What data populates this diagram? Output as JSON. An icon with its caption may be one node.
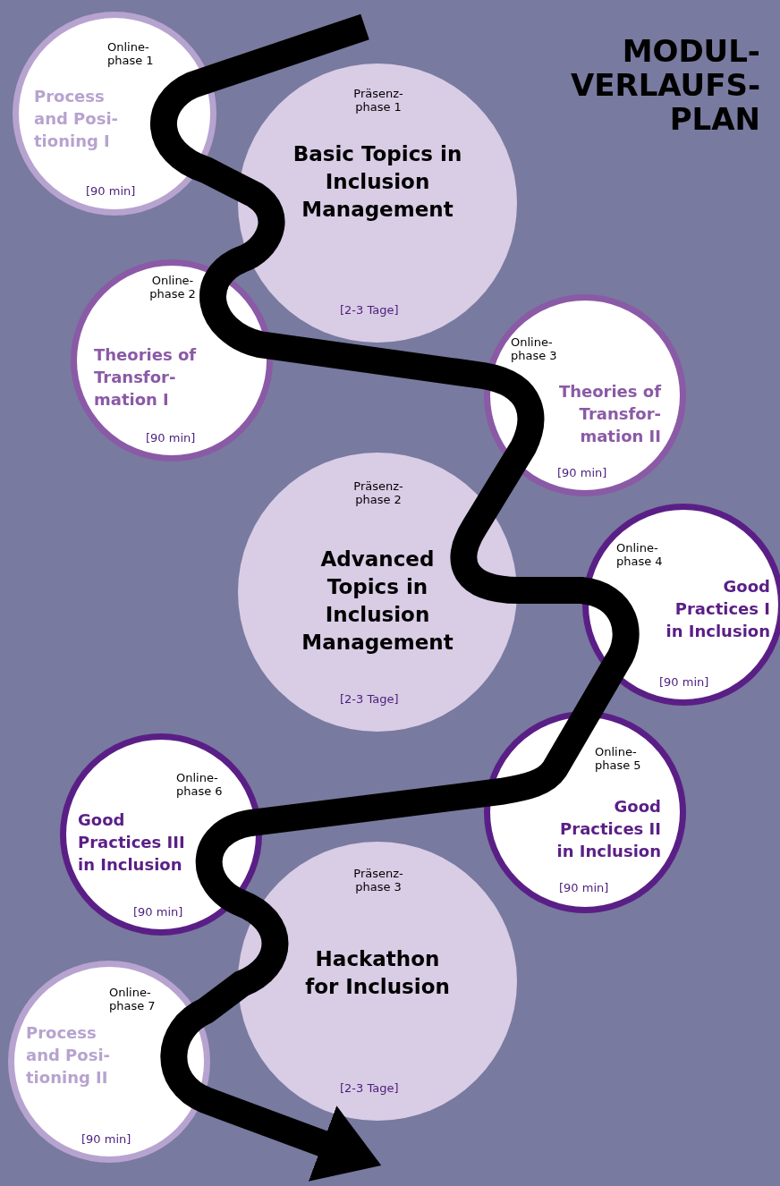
{
  "diagram": {
    "title": "MODUL-VERLAUFS-PLAN",
    "nodes": [
      {
        "text": [
          "Online-phase 1",
          "Process and Posi-tioning I",
          "[90 min]"
        ]
      },
      {
        "text": [
          "Präsenz-phase 1",
          "Basic Topics in Inclusion Management",
          "[2-3 Tage]"
        ]
      },
      {
        "text": [
          "Online-phase 2",
          "Theories of Transfor-mation I",
          "[90 min]"
        ]
      },
      {
        "text": [
          "Online-phase 3",
          "Theories of Transfor-mation II",
          "[90 min]"
        ]
      },
      {
        "text": [
          "Präsenz-phase 2",
          "Advanced Topics in Inclusion Management",
          "[2-3 Tage]"
        ]
      },
      {
        "text": [
          "Online-phase 4",
          "Good Practices I in Inclusion",
          "[90 min]"
        ]
      },
      {
        "text": [
          "Online-phase 5",
          "Good Practices II in Inclusion",
          "[90 min]"
        ]
      },
      {
        "text": [
          "Online-phase 6",
          "Good Practices III in Inclusion",
          "[90 min]"
        ]
      },
      {
        "text": [
          "Präsenz-phase 3",
          "Hackathon for Inclusion",
          "[2-3 Tage]"
        ]
      },
      {
        "text": [
          "Online-phase 7",
          "Process and Posi-tioning II",
          "[90 min]"
        ]
      }
    ]
  }
}
